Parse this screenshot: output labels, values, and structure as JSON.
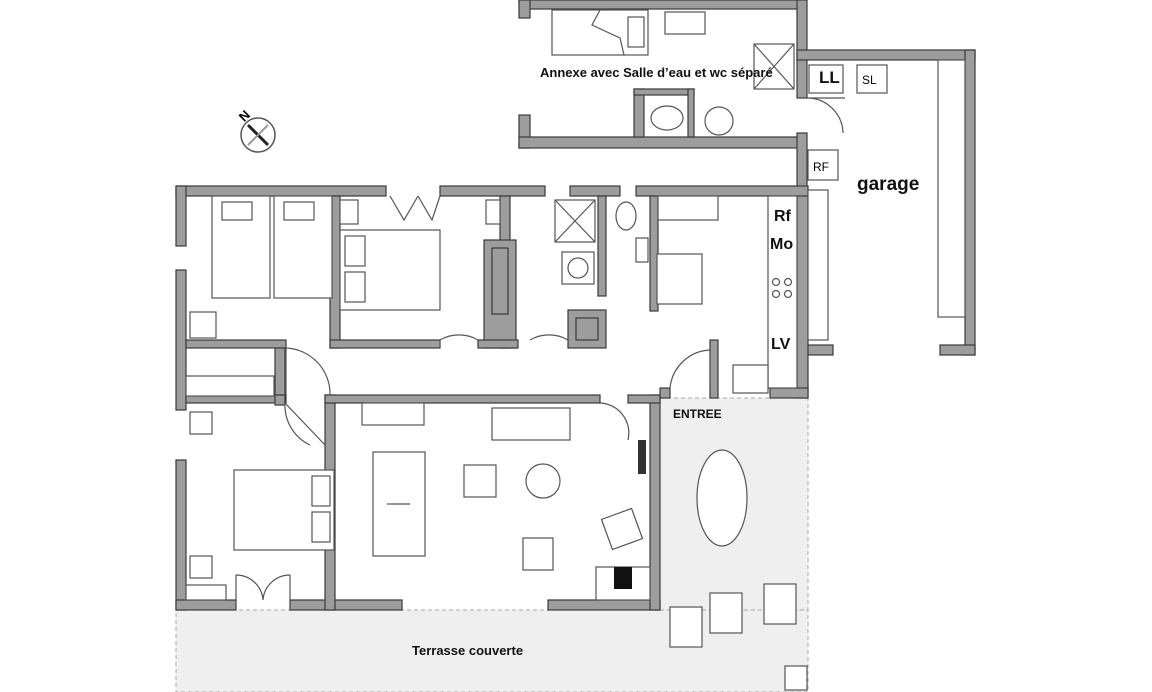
{
  "labels": {
    "annexe": "Annexe avec Salle d’eau et wc séparé",
    "ll": "LL",
    "sl": "SL",
    "rf_garage": "RF",
    "garage": "garage",
    "rf_kitchen": "Rf",
    "mo": "Mo",
    "lv": "LV",
    "entree": "ENTREE",
    "terrasse": "Terrasse couverte",
    "north": "N"
  },
  "colors": {
    "wall": "#9d9d9d",
    "terrace": "#efefef"
  }
}
